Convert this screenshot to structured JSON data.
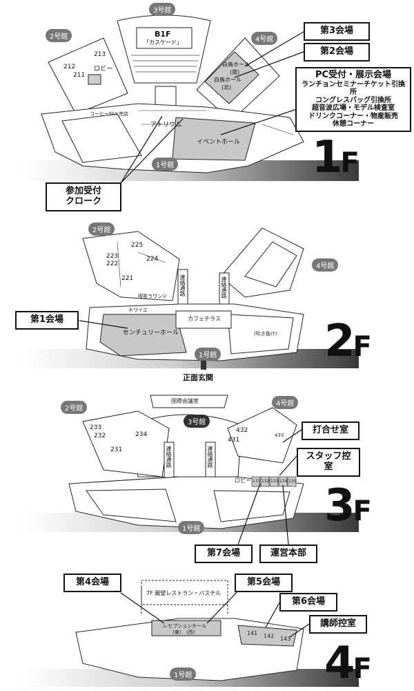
{
  "floor1": {
    "label_number": "1",
    "label_f": "F",
    "buildings": {
      "b1": "1号館",
      "b2": "2号館",
      "b3": "3号館",
      "b4": "4号館"
    },
    "b1f_title": "B1F",
    "b1f_sub": "「カスケード」",
    "rooms": {
      "r212": "212",
      "r211": "211",
      "r213": "213",
      "lobby": "ロビー",
      "atrium": "アトリウム",
      "event_hall": "イベントホール",
      "hakucho_s": "白鳥ホール",
      "hakucho_s_sub": "(南)",
      "hakucho_n": "白鳥ホール",
      "hakucho_n_sub": "(北)",
      "coffee": "コーヒーFAX",
      "store": "売店"
    },
    "callouts": {
      "c3": "第3会場",
      "c2": "第2会場",
      "pc_title": "PC受付・展示会場",
      "pc_lines": [
        "ランチョンセミナーチケット引換所",
        "コングレスバッグ引換所",
        "超音波広場・モデル検査室",
        "ドリンクコーナー・物産販売",
        "休憩コーナー"
      ],
      "reception_l1": "参加受付",
      "reception_l2": "クローク"
    }
  },
  "floor2": {
    "label_number": "2",
    "label_f": "F",
    "buildings": {
      "b1": "1号館",
      "b2": "2号館",
      "b4": "4号館"
    },
    "rooms": {
      "r225": "225",
      "r223": "223",
      "r222": "222",
      "r224": "224",
      "r221": "221",
      "century": "センチュリーホール",
      "foyer": "ホワイエ",
      "cafe": "カフェテラス",
      "fukinuke": "(吹き抜け)",
      "lounge": "喫茶ラウンジ",
      "renraku": "連絡通路"
    },
    "callouts": {
      "c1": "第1会場"
    },
    "entrance": "正面玄関"
  },
  "floor3": {
    "label_number": "3",
    "label_f": "F",
    "buildings": {
      "b1": "1号館",
      "b2": "2号館",
      "b3": "3号館",
      "b4": "4号館"
    },
    "rooms": {
      "r233": "233",
      "r232": "232",
      "r234": "234",
      "r231": "231",
      "r432": "432",
      "r431": "431",
      "r433": "433",
      "intl": "国際会議室",
      "lobby": "ロビー",
      "renraku": "連絡通路",
      "r131": "131",
      "r132": "132",
      "r133": "133",
      "r134": "134",
      "r135": "135"
    },
    "callouts": {
      "meeting": "打合せ室",
      "staff": "スタッフ控室",
      "c7": "第7会場",
      "hq": "運営本部"
    }
  },
  "floor4": {
    "label_number": "4",
    "label_f": "F",
    "buildings": {
      "b1": "1号館"
    },
    "rooms": {
      "restaurant": "7F 展望レストラン・パステル",
      "reception_hall": "レセプションホール",
      "east": "(東)",
      "west": "(西)",
      "r141": "141",
      "r142": "142",
      "r143": "143"
    },
    "callouts": {
      "c4": "第4会場",
      "c5": "第5会場",
      "c6": "第6会場",
      "lecturer": "講師控室"
    }
  }
}
